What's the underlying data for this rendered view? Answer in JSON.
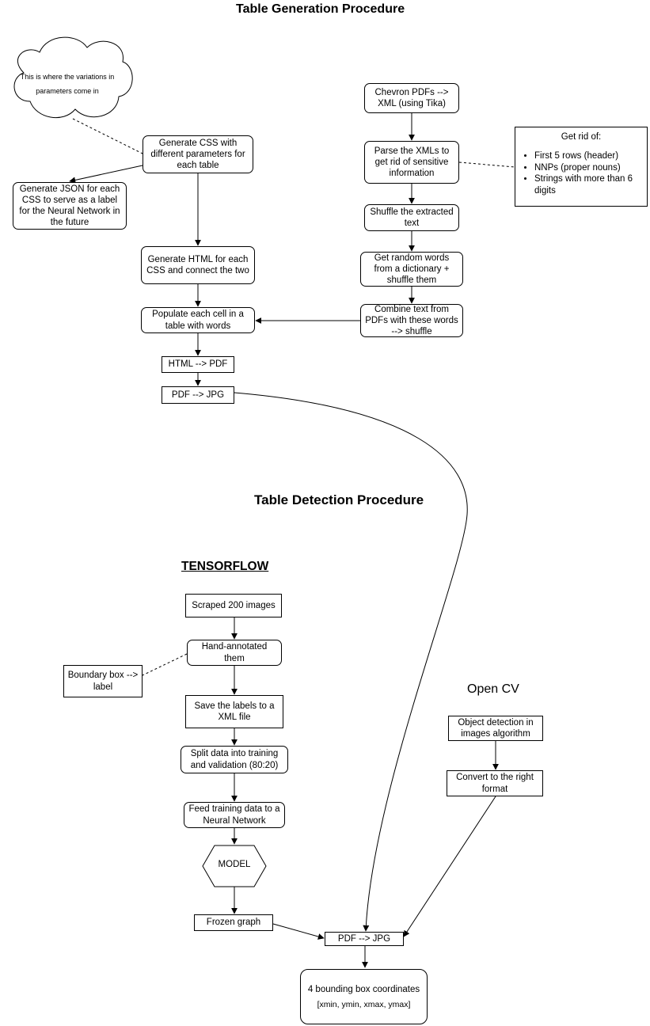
{
  "headings": {
    "generation": "Table Generation Procedure",
    "detection": "Table Detection Procedure",
    "tensorflow": "TENSORFLOW",
    "opencv": "Open CV"
  },
  "cloud": {
    "lines": [
      "This is where the variations in",
      "parameters come in"
    ]
  },
  "nodes": {
    "gen_css": [
      "Generate CSS with",
      "different parameters for",
      "each table"
    ],
    "gen_json": [
      "Generate JSON for each",
      "CSS to serve as a label",
      "for the Neural Network in",
      "the future"
    ],
    "gen_html": [
      "Generate HTML for each",
      "CSS and connect the two"
    ],
    "populate": [
      "Populate each cell in a",
      "table with words"
    ],
    "html_pdf": [
      "HTML --> PDF"
    ],
    "pdf_jpg_top": [
      "PDF --> JPG"
    ],
    "chevron": [
      "Chevron PDFs -->",
      "XML (using Tika)"
    ],
    "parse": [
      "Parse the XMLs to",
      "get rid of sensitive",
      "information"
    ],
    "shuffle": [
      "Shuffle the extracted",
      "text"
    ],
    "random": [
      "Get random words",
      "from a dictionary +",
      "shuffle them"
    ],
    "combine": [
      "Combine text from",
      "PDFs with these words",
      "--> shuffle"
    ],
    "scraped": [
      "Scraped 200 images"
    ],
    "hand": [
      "Hand-annotated",
      "them"
    ],
    "boundary": [
      "Boundary box -->",
      "label"
    ],
    "save": [
      "Save the labels to a",
      "XML file"
    ],
    "split": [
      "Split data into training",
      "and validation (80:20)"
    ],
    "feed": [
      "Feed training data to a",
      "Neural Network"
    ],
    "model": [
      "MODEL"
    ],
    "frozen": [
      "Frozen graph"
    ],
    "pdf_jpg_bottom": [
      "PDF --> JPG"
    ],
    "coords": [
      "4 bounding box coordinates",
      "[xmin, ymin, xmax, ymax]"
    ],
    "object": [
      "Object detection in",
      "images algorithm"
    ],
    "convert": [
      "Convert to the right",
      "format"
    ]
  },
  "getrid": {
    "title": "Get rid of:",
    "items": [
      "First 5 rows (header)",
      "NNPs (proper nouns)",
      "Strings with more than 6 digits"
    ]
  }
}
